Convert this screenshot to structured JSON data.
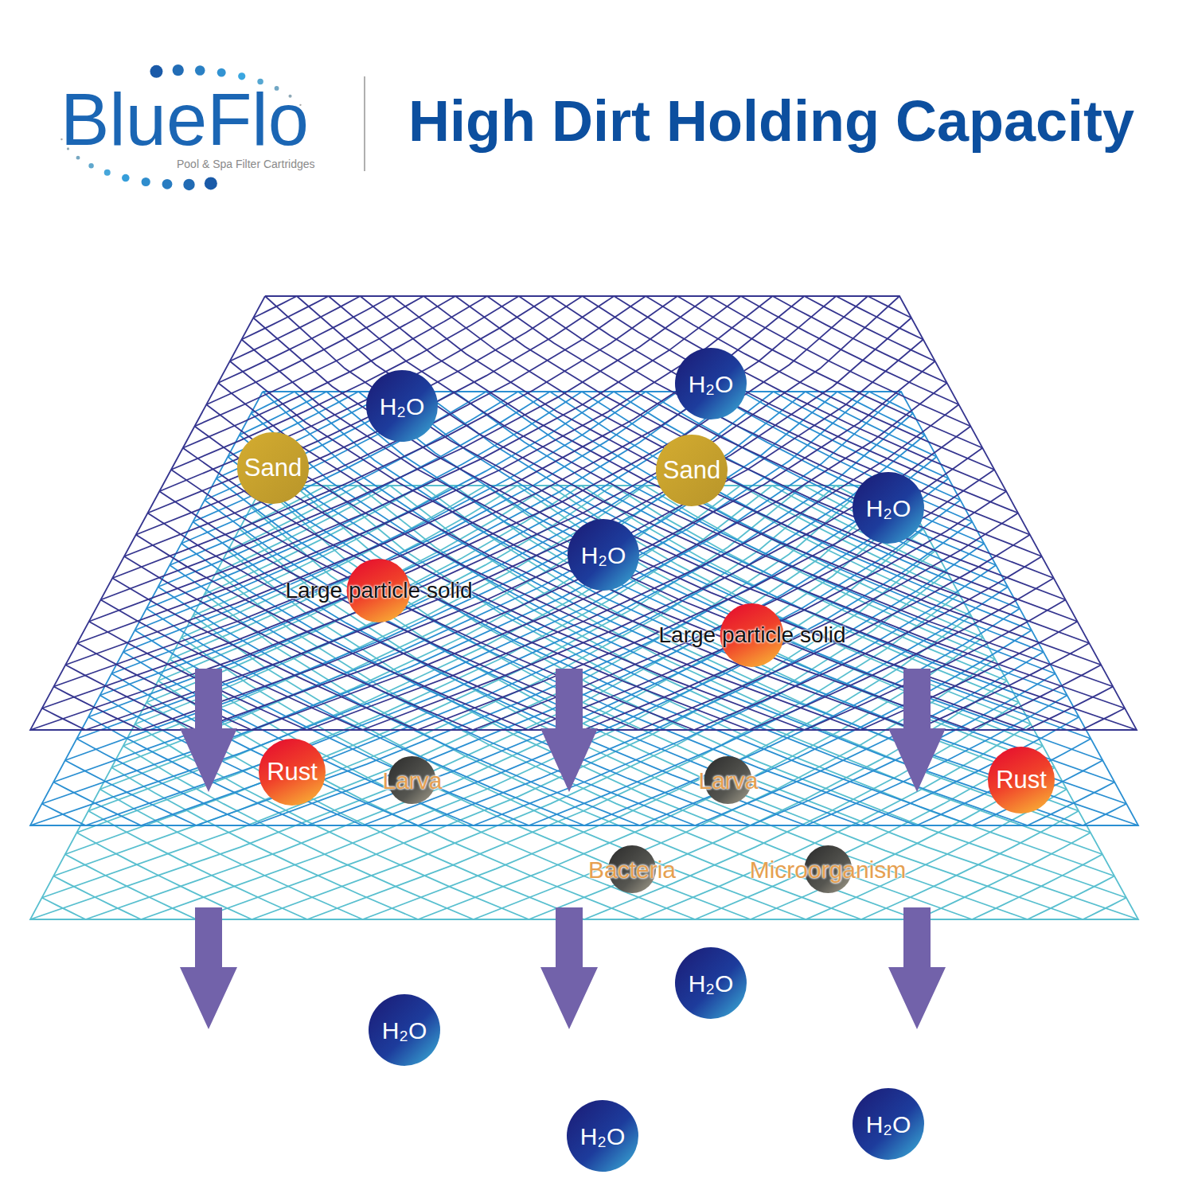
{
  "diagram": {
    "title": "High Dirt Holding Capacity",
    "nodes": [
      {
        "text": [
          "H₂O"
        ]
      },
      {
        "text": [
          "H₂O"
        ]
      },
      {
        "text": [
          "Sand"
        ]
      },
      {
        "text": [
          "Sand"
        ]
      },
      {
        "text": [
          "H₂O"
        ]
      },
      {
        "text": [
          "H₂O"
        ]
      },
      {
        "text": [
          "Large particle solid"
        ]
      },
      {
        "text": [
          "Large particle solid"
        ]
      },
      {
        "text": [
          "Rust"
        ]
      },
      {
        "text": [
          "Larva"
        ]
      },
      {
        "text": [
          "Larva"
        ]
      },
      {
        "text": [
          "Rust"
        ]
      },
      {
        "text": [
          "Bacteria"
        ]
      },
      {
        "text": [
          "Microorganism"
        ]
      },
      {
        "text": [
          "H₂O"
        ]
      },
      {
        "text": [
          "H₂O"
        ]
      },
      {
        "text": [
          "H₂O"
        ]
      },
      {
        "text": [
          "H₂O"
        ]
      }
    ],
    "labels": [
      "BlueFlo",
      "Pool & Spa Filter Cartridges"
    ]
  }
}
